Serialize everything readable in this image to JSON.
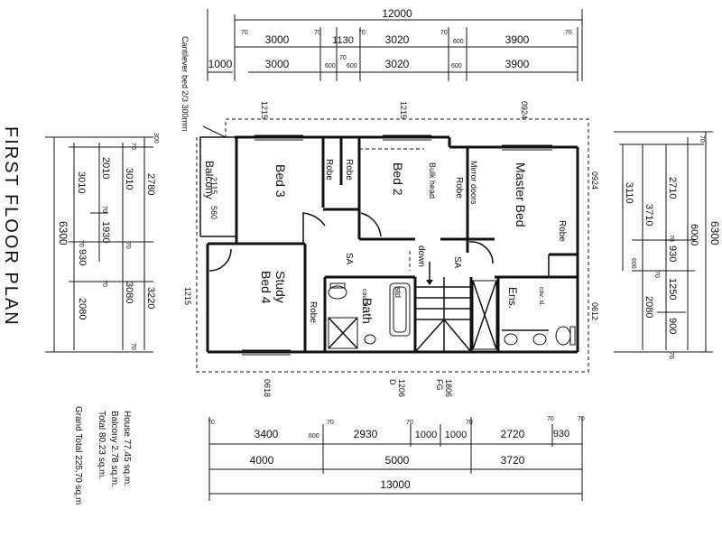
{
  "title": "FIRST FLOOR PLAN",
  "areas": {
    "house": "House 77.45 sq.m.",
    "balcony": "Balcony 2.78 sq.m.",
    "total": "Total 80.23 sq.m.",
    "grand_total": "Grand Total 225.70 sq.m"
  },
  "rooms": {
    "bed3": "Bed 3",
    "bed2": "Bed 2",
    "master": "Master Bed",
    "study": "Study",
    "bed4": "Bed 4",
    "balcony": "Balcony",
    "bath": "Bath",
    "ens": "Ens.",
    "robe": "Robe",
    "std": "std",
    "down": "down",
    "sa": "SA",
    "bulkhead": "Bulk head",
    "mirror_doors": "Mirror doors",
    "cav_sl": "cav. sl."
  },
  "notes": {
    "cantilever": "Cantilever bed 2/3 300mm",
    "window_2115": "2115",
    "window_560": "560",
    "side_1215": "1215",
    "side_0924": "0924",
    "side_0612": "0612",
    "side_0618": "0618",
    "door_1206": "1206",
    "door_d": "D",
    "door_1806": "1806",
    "door_fg": "FG"
  },
  "dims_top": {
    "overall": "12000",
    "r1": [
      "70",
      "3000",
      "70",
      "1130",
      "70",
      "3020",
      "70",
      "600",
      "3900",
      "70"
    ],
    "r2": [
      "1000",
      "3000",
      "600",
      "70",
      "600",
      "3020",
      "600",
      "3900"
    ]
  },
  "dims_bottom": {
    "overall": "13000",
    "r1": [
      "70",
      "3400",
      "600",
      "70",
      "2930",
      "70",
      "1000",
      "1000",
      "70",
      "2720",
      "70",
      "930",
      "70"
    ],
    "r2": [
      "4000",
      "5000",
      "3720"
    ]
  },
  "dims_left": {
    "overall": "6300",
    "labels": [
      "300",
      "70",
      "2780",
      "2010",
      "3010",
      "3010",
      "70",
      "1930",
      "70",
      "930",
      "70",
      "3220",
      "3080",
      "70",
      "2080",
      "70"
    ]
  },
  "dims_right": {
    "overall": "6300",
    "labels": [
      "70",
      "6000",
      "2710",
      "3710",
      "3110",
      "70",
      "930",
      "1250",
      "600",
      "70",
      "2080",
      "900",
      "70"
    ]
  }
}
